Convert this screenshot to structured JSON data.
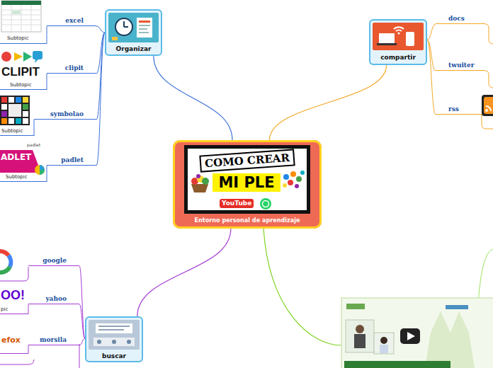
{
  "diagram": {
    "nodes": [
      {
        "text": [
          "COMO CREAR",
          "MI PLE",
          "YouTube",
          "Entorno personal de aprendizaje"
        ]
      },
      {
        "text": [
          "Organizar"
        ]
      },
      {
        "text": [
          "excel"
        ]
      },
      {
        "text": [
          "Subtopic"
        ]
      },
      {
        "text": [
          "clipit"
        ]
      },
      {
        "text": [
          "CLIPIT",
          "Subtopic"
        ]
      },
      {
        "text": [
          "symbolao"
        ]
      },
      {
        "text": [
          "Subtopic"
        ]
      },
      {
        "text": [
          "padlet"
        ]
      },
      {
        "text": [
          "ADLET",
          "padlet",
          "Subtopic"
        ]
      },
      {
        "text": [
          "compartir"
        ]
      },
      {
        "text": [
          "docs"
        ]
      },
      {
        "text": [
          "twuiter"
        ]
      },
      {
        "text": [
          "rss"
        ]
      },
      {
        "text": [
          "buscar"
        ]
      },
      {
        "text": [
          "google"
        ]
      },
      {
        "text": [
          "yahoo"
        ]
      },
      {
        "text": [
          "morsila"
        ]
      },
      {
        "text": [
          "OO!",
          "pic"
        ]
      },
      {
        "text": [
          "efox"
        ]
      }
    ],
    "edges": [
      {
        "from": 0,
        "to": 1,
        "arrow": "none"
      },
      {
        "from": 0,
        "to": 10,
        "arrow": "none"
      },
      {
        "from": 0,
        "to": 14,
        "arrow": "none"
      },
      {
        "from": 1,
        "to": 2,
        "arrow": "none"
      },
      {
        "from": 1,
        "to": 4,
        "arrow": "none"
      },
      {
        "from": 1,
        "to": 6,
        "arrow": "none"
      },
      {
        "from": 1,
        "to": 8,
        "arrow": "none"
      },
      {
        "from": 2,
        "to": 3,
        "arrow": "none"
      },
      {
        "from": 4,
        "to": 5,
        "arrow": "none"
      },
      {
        "from": 6,
        "to": 7,
        "arrow": "none"
      },
      {
        "from": 8,
        "to": 9,
        "arrow": "none"
      },
      {
        "from": 10,
        "to": 11,
        "arrow": "none"
      },
      {
        "from": 10,
        "to": 12,
        "arrow": "none"
      },
      {
        "from": 10,
        "to": 13,
        "arrow": "none"
      },
      {
        "from": 14,
        "to": 15,
        "arrow": "none"
      },
      {
        "from": 14,
        "to": 16,
        "arrow": "none"
      },
      {
        "from": 14,
        "to": 17,
        "arrow": "none"
      },
      {
        "from": 16,
        "to": 18,
        "arrow": "none"
      },
      {
        "from": 17,
        "to": 19,
        "arrow": "none"
      }
    ]
  }
}
